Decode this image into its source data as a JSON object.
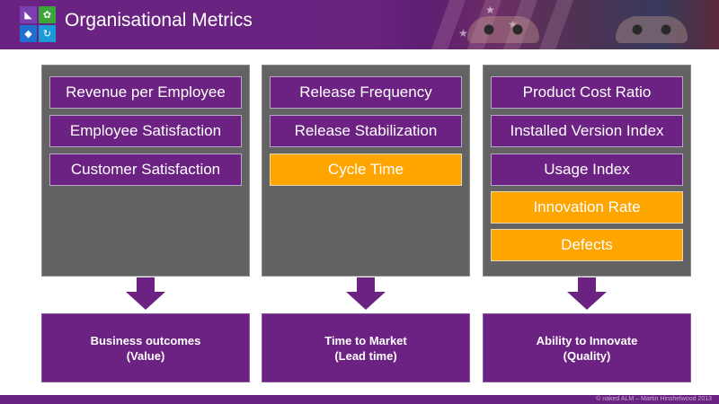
{
  "header": {
    "title": "Organisational Metrics",
    "logo_icons": [
      "visual-studio-icon",
      "team-collab-icon",
      "app-insights-icon",
      "refresh-cycle-icon"
    ]
  },
  "columns": [
    {
      "metrics": [
        {
          "label": "Revenue per Employee",
          "highlight": false
        },
        {
          "label": "Employee Satisfaction",
          "highlight": false
        },
        {
          "label": "Customer Satisfaction",
          "highlight": false
        }
      ],
      "outcome": {
        "line1": "Business outcomes",
        "line2": "(Value)"
      }
    },
    {
      "metrics": [
        {
          "label": "Release Frequency",
          "highlight": false
        },
        {
          "label": "Release Stabilization",
          "highlight": false
        },
        {
          "label": "Cycle Time",
          "highlight": true
        }
      ],
      "outcome": {
        "line1": "Time to Market",
        "line2": "(Lead time)"
      }
    },
    {
      "metrics": [
        {
          "label": "Product Cost Ratio",
          "highlight": false
        },
        {
          "label": "Installed Version Index",
          "highlight": false
        },
        {
          "label": "Usage Index",
          "highlight": false
        },
        {
          "label": "Innovation Rate",
          "highlight": true
        },
        {
          "label": "Defects",
          "highlight": true
        }
      ],
      "outcome": {
        "line1": "Ability to Innovate",
        "line2": "(Quality)"
      }
    }
  ],
  "footer": {
    "copyright": "© naked ALM – Martin Hinshelwood 2013"
  },
  "colors": {
    "purple": "#6c2282",
    "orange": "#ffa500",
    "panel_gray": "#636363"
  }
}
